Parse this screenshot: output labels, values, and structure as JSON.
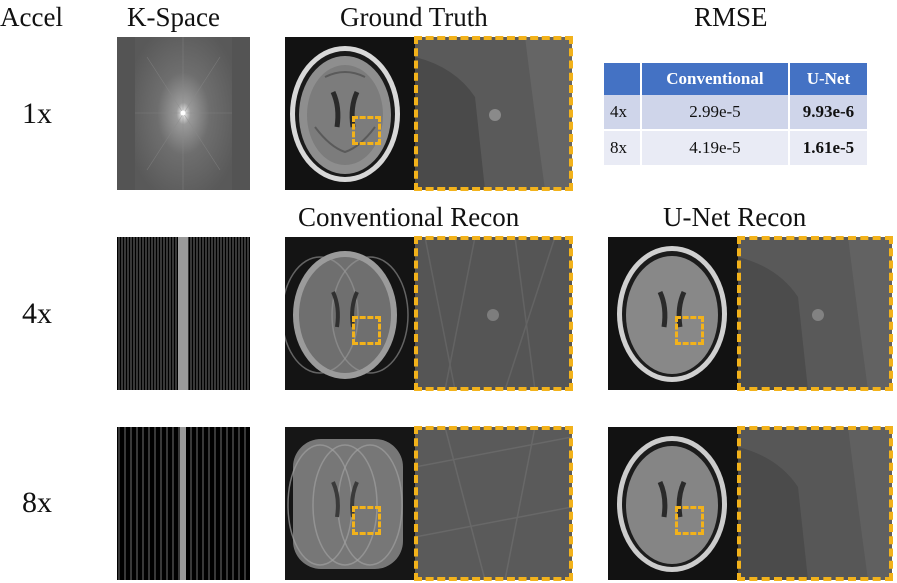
{
  "headers": {
    "accel": "Accel",
    "kspace": "K-Space",
    "ground_truth": "Ground Truth",
    "rmse": "RMSE",
    "conventional_recon": "Conventional Recon",
    "unet_recon": "U-Net Recon"
  },
  "rows": [
    {
      "label": "1x"
    },
    {
      "label": "4x"
    },
    {
      "label": "8x"
    }
  ],
  "rmse_table": {
    "columns": [
      "",
      "Conventional",
      "U-Net"
    ],
    "rows": [
      {
        "accel": "4x",
        "conventional": "2.99e-5",
        "unet": "9.93e-6"
      },
      {
        "accel": "8x",
        "conventional": "4.19e-5",
        "unet": "1.61e-5"
      }
    ]
  },
  "colors": {
    "highlight": "#f2b21b",
    "table_header": "#4472c4",
    "table_row_1": "#cfd5ea",
    "table_row_2": "#e9ebf5"
  }
}
